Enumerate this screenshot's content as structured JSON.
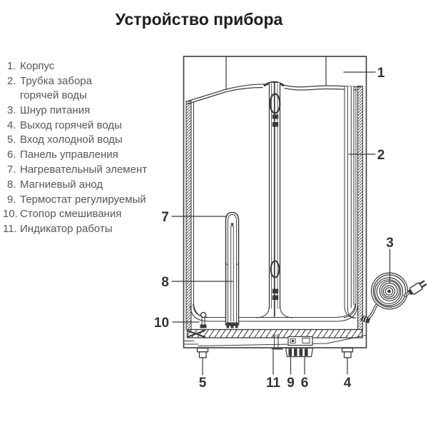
{
  "title": "Устройство прибора",
  "parts_list": {
    "items": [
      {
        "num": "1.",
        "text": "Корпус"
      },
      {
        "num": "2.",
        "text": "Трубка забора\nгорячей воды"
      },
      {
        "num": "3.",
        "text": "Шнур питания"
      },
      {
        "num": "4.",
        "text": "Выход горячей воды"
      },
      {
        "num": "5.",
        "text": "Вход холодной воды"
      },
      {
        "num": "6.",
        "text": "Панель управления"
      },
      {
        "num": "7.",
        "text": "Нагревательный элемент"
      },
      {
        "num": "8.",
        "text": "Магниевый анод"
      },
      {
        "num": "9.",
        "text": "Термостат регулируемый"
      },
      {
        "num": "10.",
        "text": "Стопор смешивания"
      },
      {
        "num": "11.",
        "text": "Индикатор работы"
      }
    ]
  },
  "diagram": {
    "callouts": {
      "c1": "1",
      "c2": "2",
      "c3": "3",
      "c4": "4",
      "c5": "5",
      "c6": "6",
      "c7": "7",
      "c8": "8",
      "c9": "9",
      "c10": "10",
      "c11": "11"
    }
  },
  "colors": {
    "line": "#3a3a3c",
    "list_text": "#56575b",
    "title_text": "#1e1d1f",
    "callout_text": "#323336"
  }
}
